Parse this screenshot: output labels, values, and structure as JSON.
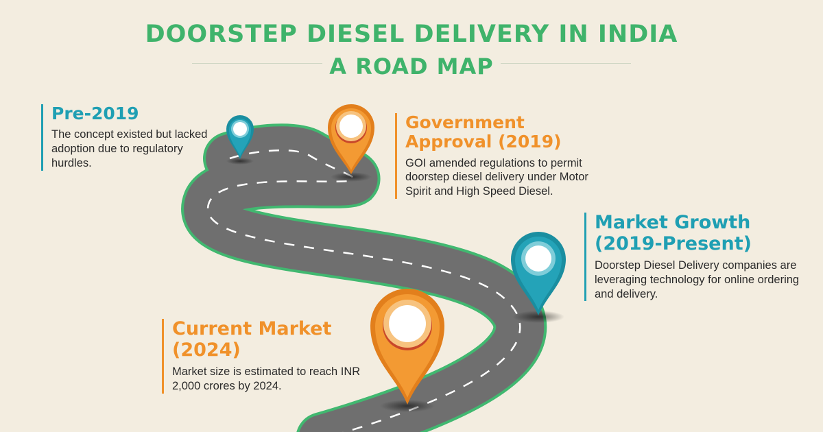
{
  "header": {
    "title_line1": "DOORSTEP DIESEL DELIVERY IN INDIA",
    "title_line2": "A ROAD MAP"
  },
  "colors": {
    "background": "#f3ede0",
    "title_green": "#3fb36b",
    "teal": "#1f9fb3",
    "orange": "#f0912a",
    "road": "#707070",
    "road_edge": "#41b870"
  },
  "milestones": [
    {
      "heading_line1": "Pre-2019",
      "heading_line2": "",
      "description": "The concept existed but lacked adoption due to regulatory hurdles.",
      "color": "teal",
      "icon": "map-pin-icon"
    },
    {
      "heading_line1": "Government",
      "heading_line2": "Approval (2019)",
      "description": "GOI amended regulations to permit doorstep diesel delivery under Motor Spirit and High Speed Diesel.",
      "color": "orange",
      "icon": "map-pin-icon"
    },
    {
      "heading_line1": "Market Growth",
      "heading_line2": "(2019-Present)",
      "description": "Doorstep Diesel Delivery companies are leveraging technology for online ordering and delivery.",
      "color": "teal",
      "icon": "map-pin-icon"
    },
    {
      "heading_line1": "Current Market",
      "heading_line2": "(2024)",
      "description": "Market size is estimated to reach INR 2,000 crores by 2024.",
      "color": "orange",
      "icon": "map-pin-icon"
    }
  ]
}
